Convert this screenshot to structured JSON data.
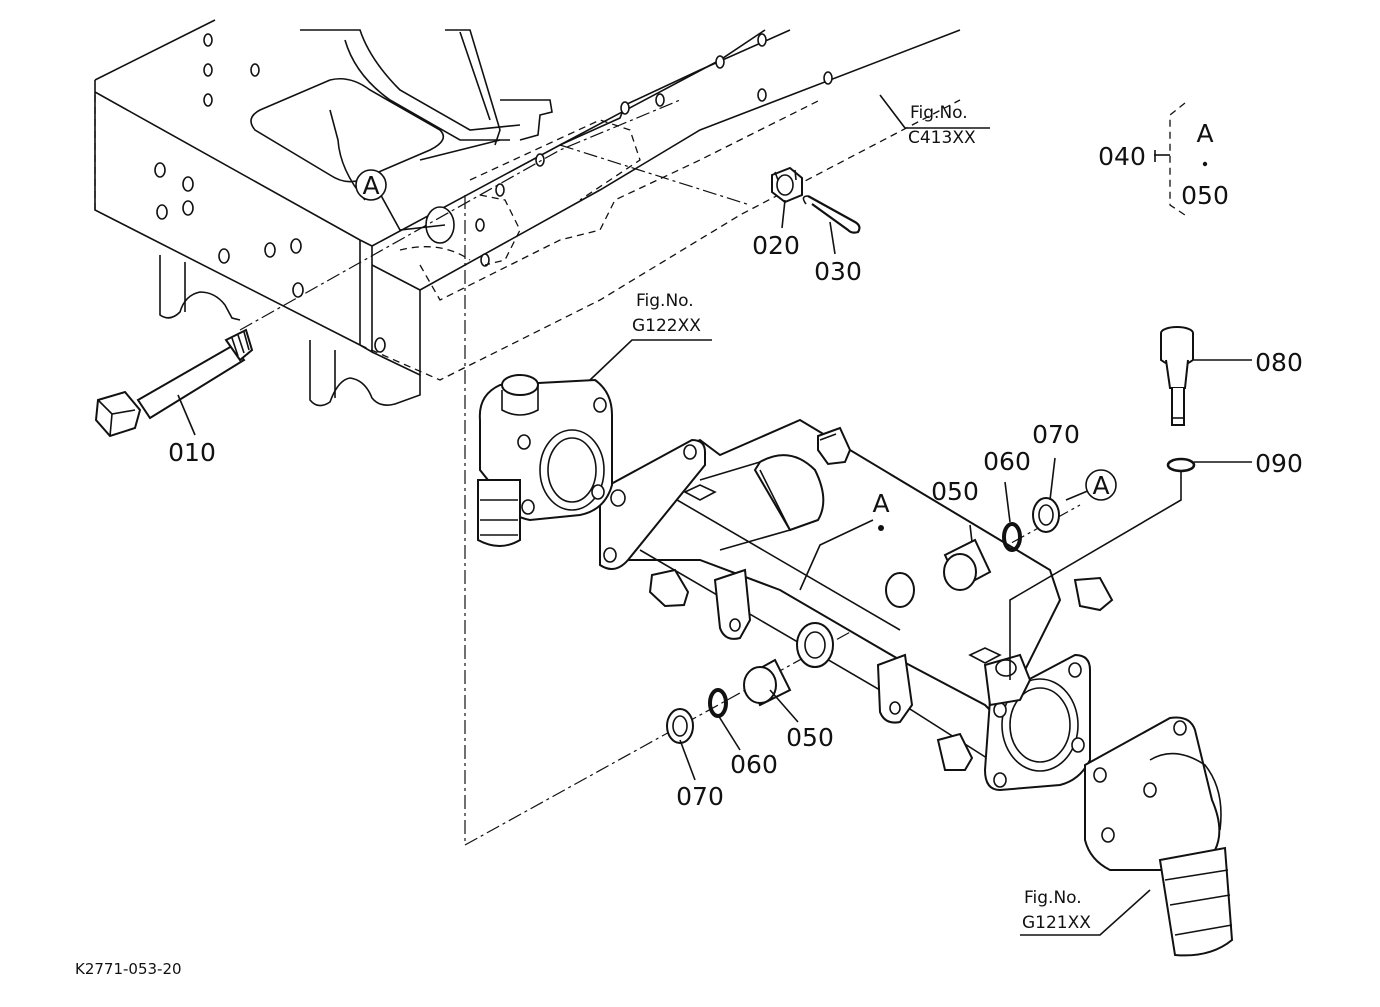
{
  "diagram": {
    "reference_code": "K2771-053-20",
    "figure_refs": [
      {
        "id": "c413",
        "label": "Fig.No.",
        "code": "C413XX"
      },
      {
        "id": "g122",
        "label": "Fig.No.",
        "code": "G122XX"
      },
      {
        "id": "g121",
        "label": "Fig.No.",
        "code": "G121XX"
      }
    ],
    "callouts": [
      {
        "id": "p010",
        "text": "010"
      },
      {
        "id": "p020",
        "text": "020"
      },
      {
        "id": "p030",
        "text": "030"
      },
      {
        "id": "p040",
        "text": "040"
      },
      {
        "id": "p050_top",
        "text": "050"
      },
      {
        "id": "p050_a",
        "text": "050"
      },
      {
        "id": "p050_b",
        "text": "050"
      },
      {
        "id": "p060_a",
        "text": "060"
      },
      {
        "id": "p060_b",
        "text": "060"
      },
      {
        "id": "p070_a",
        "text": "070"
      },
      {
        "id": "p070_b",
        "text": "070"
      },
      {
        "id": "p080",
        "text": "080"
      },
      {
        "id": "p090",
        "text": "090"
      }
    ],
    "assembly_marks": {
      "circle_a_frame": "A",
      "circle_a_axle": "A",
      "axle_label": "A",
      "group_label": "A"
    }
  }
}
